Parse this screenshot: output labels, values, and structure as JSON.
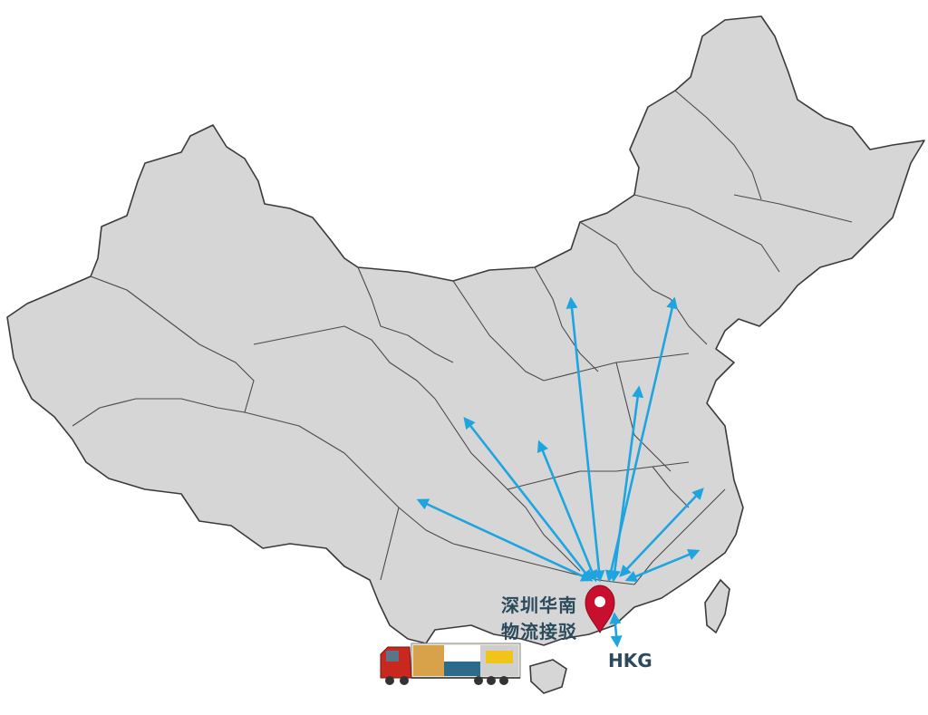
{
  "map": {
    "hub_label_line1": "深圳华南",
    "hub_label_line2": "物流接驳",
    "hkg_label": "HKG",
    "route_color": "#1ea5e0",
    "marker_color": "#c8102e",
    "land_color": "#d6d6d6",
    "border_color": "#3a3a3a",
    "routes_count": 9,
    "icons": [
      "location-pin-icon",
      "truck-icon"
    ]
  }
}
